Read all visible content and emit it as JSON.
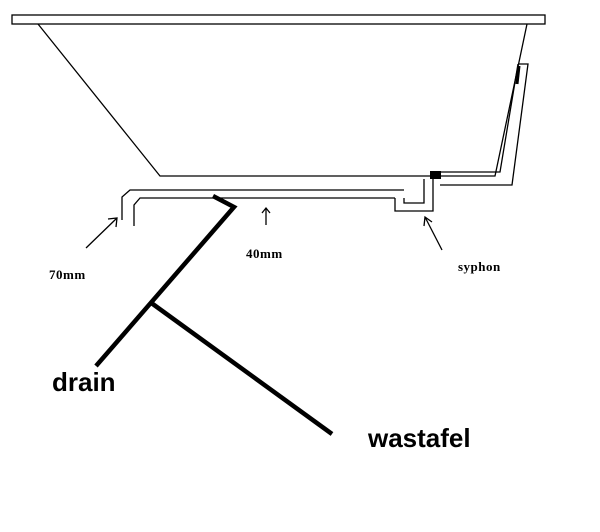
{
  "labels": {
    "pipe_70": "70mm",
    "pipe_40": "40mm",
    "syphon": "syphon",
    "drain": "drain",
    "wastafel": "wastafel"
  }
}
